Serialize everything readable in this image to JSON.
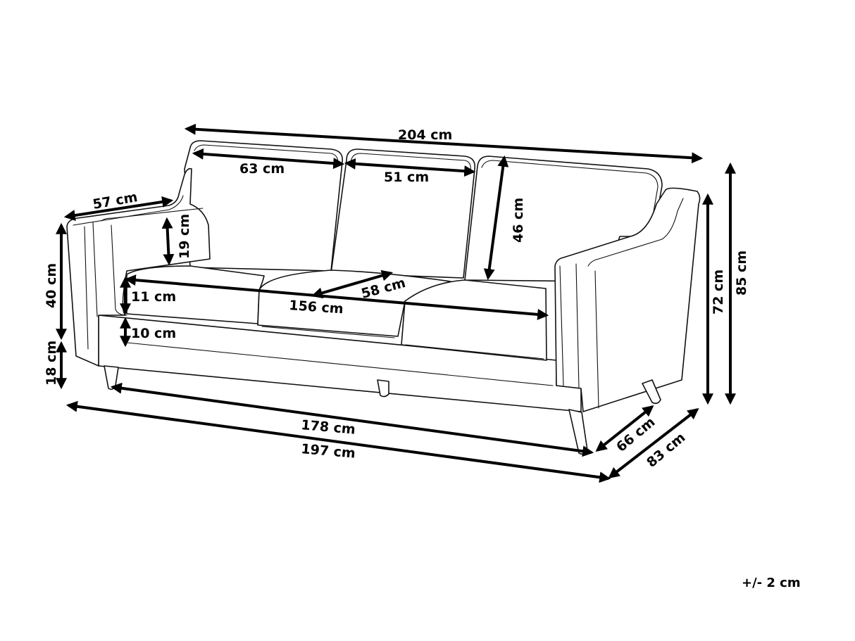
{
  "diagram": {
    "subject": "Three-seater sofa dimension drawing",
    "line_color": "#000000",
    "background": "#ffffff",
    "dimensions": {
      "overall_width_top": "204 cm",
      "back_cushion_left_width": "63 cm",
      "back_cushion_middle_width": "51 cm",
      "back_cushion_height": "46 cm",
      "armrest_depth": "57 cm",
      "armrest_height_above_seat": "19 cm",
      "seat_cushion_thickness": "11 cm",
      "seat_width": "156 cm",
      "seat_depth": "58 cm",
      "base_frame_height": "10 cm",
      "armrest_side_height": "40 cm",
      "leg_height": "18 cm",
      "arm_height_total": "72 cm",
      "overall_height": "85 cm",
      "width_between_legs": "178 cm",
      "overall_width_bottom": "197 cm",
      "depth_between_legs": "66 cm",
      "overall_depth": "83 cm"
    },
    "tolerance": "+/- 2 cm"
  }
}
